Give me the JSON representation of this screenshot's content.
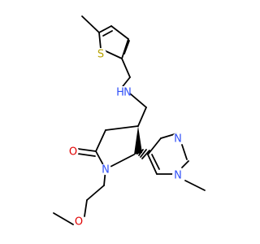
{
  "molecule": {
    "atoms": [
      {
        "id": "S1",
        "symbol": "S",
        "color": "#b8a300"
      },
      {
        "id": "NH",
        "symbol": "N",
        "hydrogens": "H",
        "color": "#3050f8"
      },
      {
        "id": "O1",
        "symbol": "O",
        "color": "#e00000"
      },
      {
        "id": "O2",
        "symbol": "O",
        "color": "#e00000"
      },
      {
        "id": "N1",
        "symbol": "N",
        "color": "#3050f8"
      },
      {
        "id": "Npz1",
        "symbol": "N",
        "color": "#3050f8"
      },
      {
        "id": "Npz2",
        "symbol": "N",
        "color": "#3050f8"
      }
    ]
  }
}
